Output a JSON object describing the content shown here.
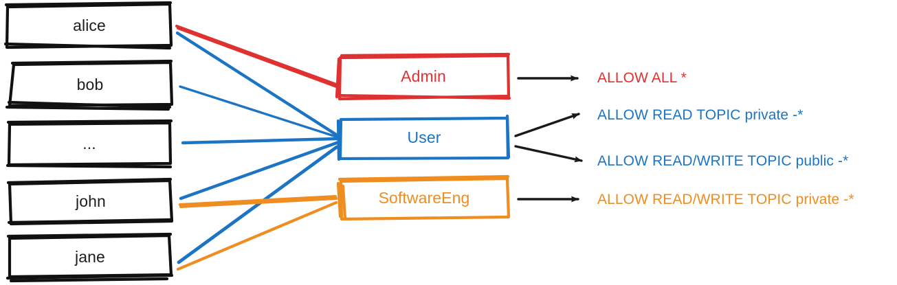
{
  "diagram": {
    "type": "access-control-mapping",
    "colors": {
      "user_box_stroke": "#111111",
      "admin": "#e03131",
      "user": "#1c74c4",
      "softwareeng": "#ef8d21",
      "arrow": "#1a1a1a",
      "background": "#ffffff"
    },
    "users": [
      {
        "id": "alice",
        "label": "alice"
      },
      {
        "id": "bob",
        "label": "bob"
      },
      {
        "id": "ellipsis",
        "label": "..."
      },
      {
        "id": "john",
        "label": "john"
      },
      {
        "id": "jane",
        "label": "jane"
      }
    ],
    "roles": [
      {
        "id": "admin",
        "label": "Admin",
        "color": "#e03131"
      },
      {
        "id": "user",
        "label": "User",
        "color": "#1c74c4"
      },
      {
        "id": "softwareeng",
        "label": "SoftwareEng",
        "color": "#ef8d21"
      }
    ],
    "permissions": [
      {
        "id": "allow-all",
        "label": "ALLOW ALL *",
        "color": "#e03131",
        "from_role": "admin"
      },
      {
        "id": "allow-read-topic-private",
        "label": "ALLOW READ TOPIC private -*",
        "color": "#1c74c4",
        "from_role": "user"
      },
      {
        "id": "allow-readwrite-topic-public",
        "label": "ALLOW READ/WRITE TOPIC public -*",
        "color": "#1c74c4",
        "from_role": "user"
      },
      {
        "id": "allow-readwrite-topic-private",
        "label": "ALLOW READ/WRITE TOPIC private -*",
        "color": "#ef8d21",
        "from_role": "softwareeng"
      }
    ],
    "assignments": [
      {
        "user": "alice",
        "role": "admin"
      },
      {
        "user": "alice",
        "role": "user"
      },
      {
        "user": "bob",
        "role": "user"
      },
      {
        "user": "ellipsis",
        "role": "user"
      },
      {
        "user": "john",
        "role": "user"
      },
      {
        "user": "john",
        "role": "softwareeng"
      },
      {
        "user": "jane",
        "role": "user"
      },
      {
        "user": "jane",
        "role": "softwareeng"
      }
    ]
  }
}
